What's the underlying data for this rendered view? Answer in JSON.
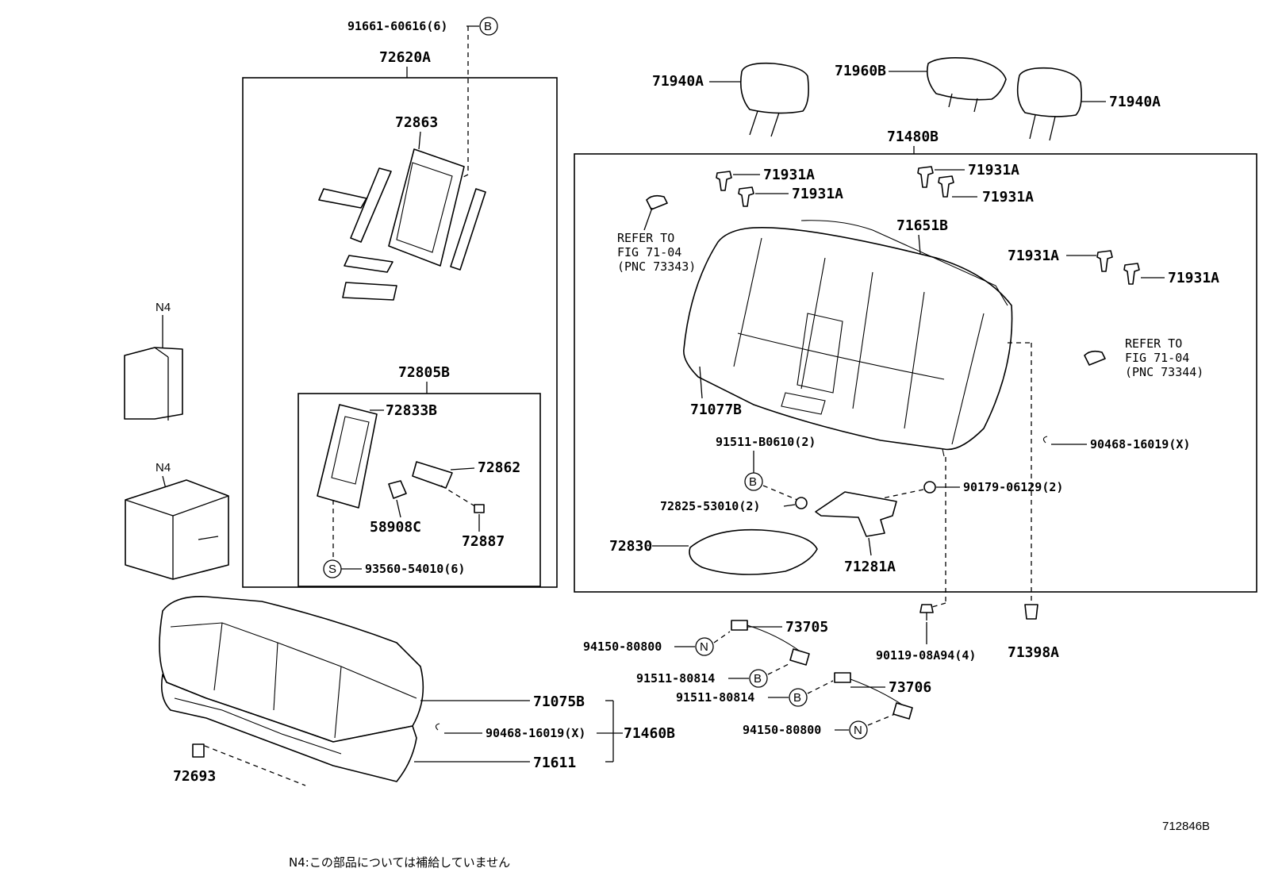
{
  "labels": {
    "p91661": "91661-60616(6)",
    "p72620A": "72620A",
    "p72863": "72863",
    "p72805B": "72805B",
    "p72833B": "72833B",
    "p72862": "72862",
    "p58908C": "58908C",
    "p72887": "72887",
    "p93560": "93560-54010(6)",
    "p71940A_l": "71940A",
    "p71960B": "71960B",
    "p71940A_r": "71940A",
    "p71480B": "71480B",
    "p71931A_1": "71931A",
    "p71931A_2": "71931A",
    "p71931A_3": "71931A",
    "p71931A_4": "71931A",
    "p71931A_5": "71931A",
    "p71931A_6": "71931A",
    "p71651B": "71651B",
    "p71077B": "71077B",
    "p91511_B0610": "91511-B0610(2)",
    "p90468_r": "90468-16019(X)",
    "p90179": "90179-06129(2)",
    "p72825": "72825-53010(2)",
    "p72830": "72830",
    "p71281A": "71281A",
    "p73705": "73705",
    "p94150_1": "94150-80800",
    "p91511_1": "91511-80814",
    "p91511_2": "91511-80814",
    "p73706": "73706",
    "p94150_2": "94150-80800",
    "p90119": "90119-08A94(4)",
    "p71398A": "71398A",
    "p71075B": "71075B",
    "p90468_l": "90468-16019(X)",
    "p71460B": "71460B",
    "p71611": "71611",
    "p72693": "72693",
    "n4_1": "N4",
    "n4_2": "N4"
  },
  "refs": {
    "ref1": [
      "REFER TO",
      "FIG 71-04",
      "(PNC 73343)"
    ],
    "ref2": [
      "REFER TO",
      "FIG 71-04",
      "(PNC 73344)"
    ]
  },
  "symbols": {
    "B": "B",
    "S": "S",
    "N": "N"
  },
  "figure_id": "712846B",
  "note": "N4:この部品については補給していません"
}
